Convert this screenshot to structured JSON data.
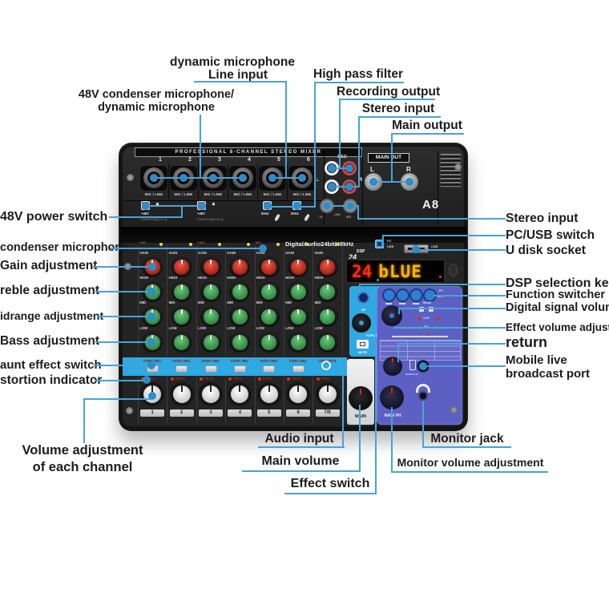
{
  "callouts": {
    "top": {
      "dynamic_mic_1": "dynamic microphone",
      "dynamic_mic_2": "Line input",
      "high_pass": "High pass filter",
      "recording_output": "Recording output",
      "stereo_input": "Stereo input",
      "main_output": "Main output"
    },
    "left": {
      "condenser_dynamic_1": "48V condenser microphone/",
      "condenser_dynamic_2": "dynamic microphone",
      "power_48v": "48V power switch",
      "condenser_mic": "condenser microphone",
      "gain": "Gain adjustment",
      "treble": "reble adjustment",
      "midrange": "idrange adjustment",
      "bass": "Bass adjustment",
      "effect_switch": "aunt effect switch",
      "distortion": "stortion indicator",
      "channel_volume_1": "Volume adjustment",
      "channel_volume_2": "of each channel"
    },
    "right": {
      "stereo_input": "Stereo input",
      "pc_usb_switch": "PC/USB switch",
      "u_disk": "U disk socket",
      "dsp_key": "DSP selection key",
      "function_switcher": "Function switcher",
      "digital_volume": "Digital signal volume",
      "effect_volume": "Effect volume adjustment",
      "return": "return",
      "mobile_1": "Mobile live",
      "mobile_2": "broadcast port",
      "monitor_jack": "Monitor jack",
      "monitor_volume": "Monitor volume adjustment"
    },
    "bottom": {
      "audio_input": "Audio input",
      "main_volume": "Main volume",
      "effect_switch": "Effect switch"
    }
  },
  "mixer": {
    "panel_title": "PROFESSIONAL 8-CHANNEL STEREO MIXER",
    "model": "A8",
    "main_out": "MAIN OUT",
    "out_l": "L",
    "out_r": "R",
    "rec": "REC",
    "in_l": "L",
    "in_r": "R",
    "jack_7l": "7/L",
    "jack_line": "LINE",
    "jack_8r": "8/R",
    "mic_line": "MIC / LINE",
    "phantom12": "PHANTOM(CH1-2)",
    "phantom34": "PHANTOM(CH3-4)",
    "p48": "+48V",
    "warning": "▲",
    "hpf": "80Hz",
    "channels": [
      "1",
      "2",
      "3",
      "4",
      "5",
      "6",
      "7/8"
    ],
    "strip_headers": [
      "+48V",
      "",
      "+48V",
      "",
      "MIC",
      "",
      ""
    ],
    "knob_rows": [
      "GAIN",
      "HIGH",
      "MID",
      "LOW"
    ],
    "fx_rec": "FX/PC REC",
    "line_in_78": "LINE IN/7-8",
    "peak": "PEAK",
    "digital_audio": "DigitalAudio24bit/48kHz",
    "dsp24": "24",
    "dsp": "DSP",
    "display_left": "24",
    "display_right": "bLUE",
    "up": "UP",
    "down": "DOWN",
    "fx_knob": "FX/PC REC",
    "mute": "MUTE",
    "mode": "MODE",
    "pc": "PC",
    "mp3": "MP3",
    "usb": "USB",
    "clip": "CLIP",
    "sig": "SIG",
    "mobile_in": "MOBILE IN",
    "main": "MAIN",
    "main_ph": "MAIN PH"
  },
  "colors": {
    "leader_line": "#47a3d8",
    "leader_dot": "#2e8cc9",
    "strip_blue": "#2fa9e2",
    "panel_purple": "#5c60c2",
    "display_red": "#ff2f00",
    "display_amber": "#ffb300"
  }
}
